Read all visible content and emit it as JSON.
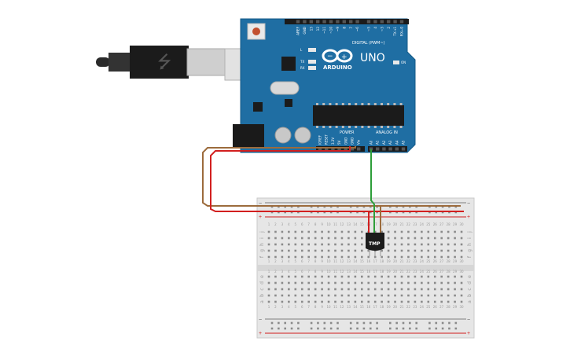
{
  "usb_cable": {
    "icon": "usb-b-plug-icon",
    "symbol": "⭍"
  },
  "arduino": {
    "brand": "ARDUINO",
    "model": "UNO",
    "digital_header_label": "DIGITAL (PWM~)",
    "digital_top_labels": [
      "AREF",
      "GND",
      "13",
      "12",
      "~11",
      "~10",
      "~9",
      "8",
      "7",
      "~6",
      "~5",
      "4",
      "~3",
      "2",
      "TX→1",
      "RX←0"
    ],
    "led_labels": {
      "l": "L",
      "tx": "TX",
      "rx": "RX",
      "on": "ON"
    },
    "power_header_label": "POWER",
    "power_labels": [
      "IOREF",
      "RESET",
      "3.3V",
      "5V",
      "GND",
      "GND",
      "Vin"
    ],
    "analog_header_label": "ANALOG IN",
    "analog_labels": [
      "A0",
      "A1",
      "A2",
      "A3",
      "A4",
      "A5"
    ],
    "brand_color": "#1f6ea3",
    "teal_color": "#17a2a3"
  },
  "breadboard": {
    "rail_minus": "−",
    "rail_plus": "+",
    "columns": 30,
    "top_rows": [
      "j",
      "i",
      "h",
      "g",
      "f"
    ],
    "bottom_rows": [
      "e",
      "d",
      "c",
      "b",
      "a"
    ]
  },
  "sensor": {
    "label": "TMP"
  },
  "wires": [
    {
      "name": "gnd-wire",
      "color": "#9c6b3c",
      "from": "GND",
      "to": "breadboard negative rail"
    },
    {
      "name": "5v-wire",
      "color": "#d21f1f",
      "from": "5V",
      "to": "breadboard positive rail"
    },
    {
      "name": "signal-wire",
      "color": "#2e9e3a",
      "from": "A0",
      "to": "TMP sensor output"
    }
  ]
}
